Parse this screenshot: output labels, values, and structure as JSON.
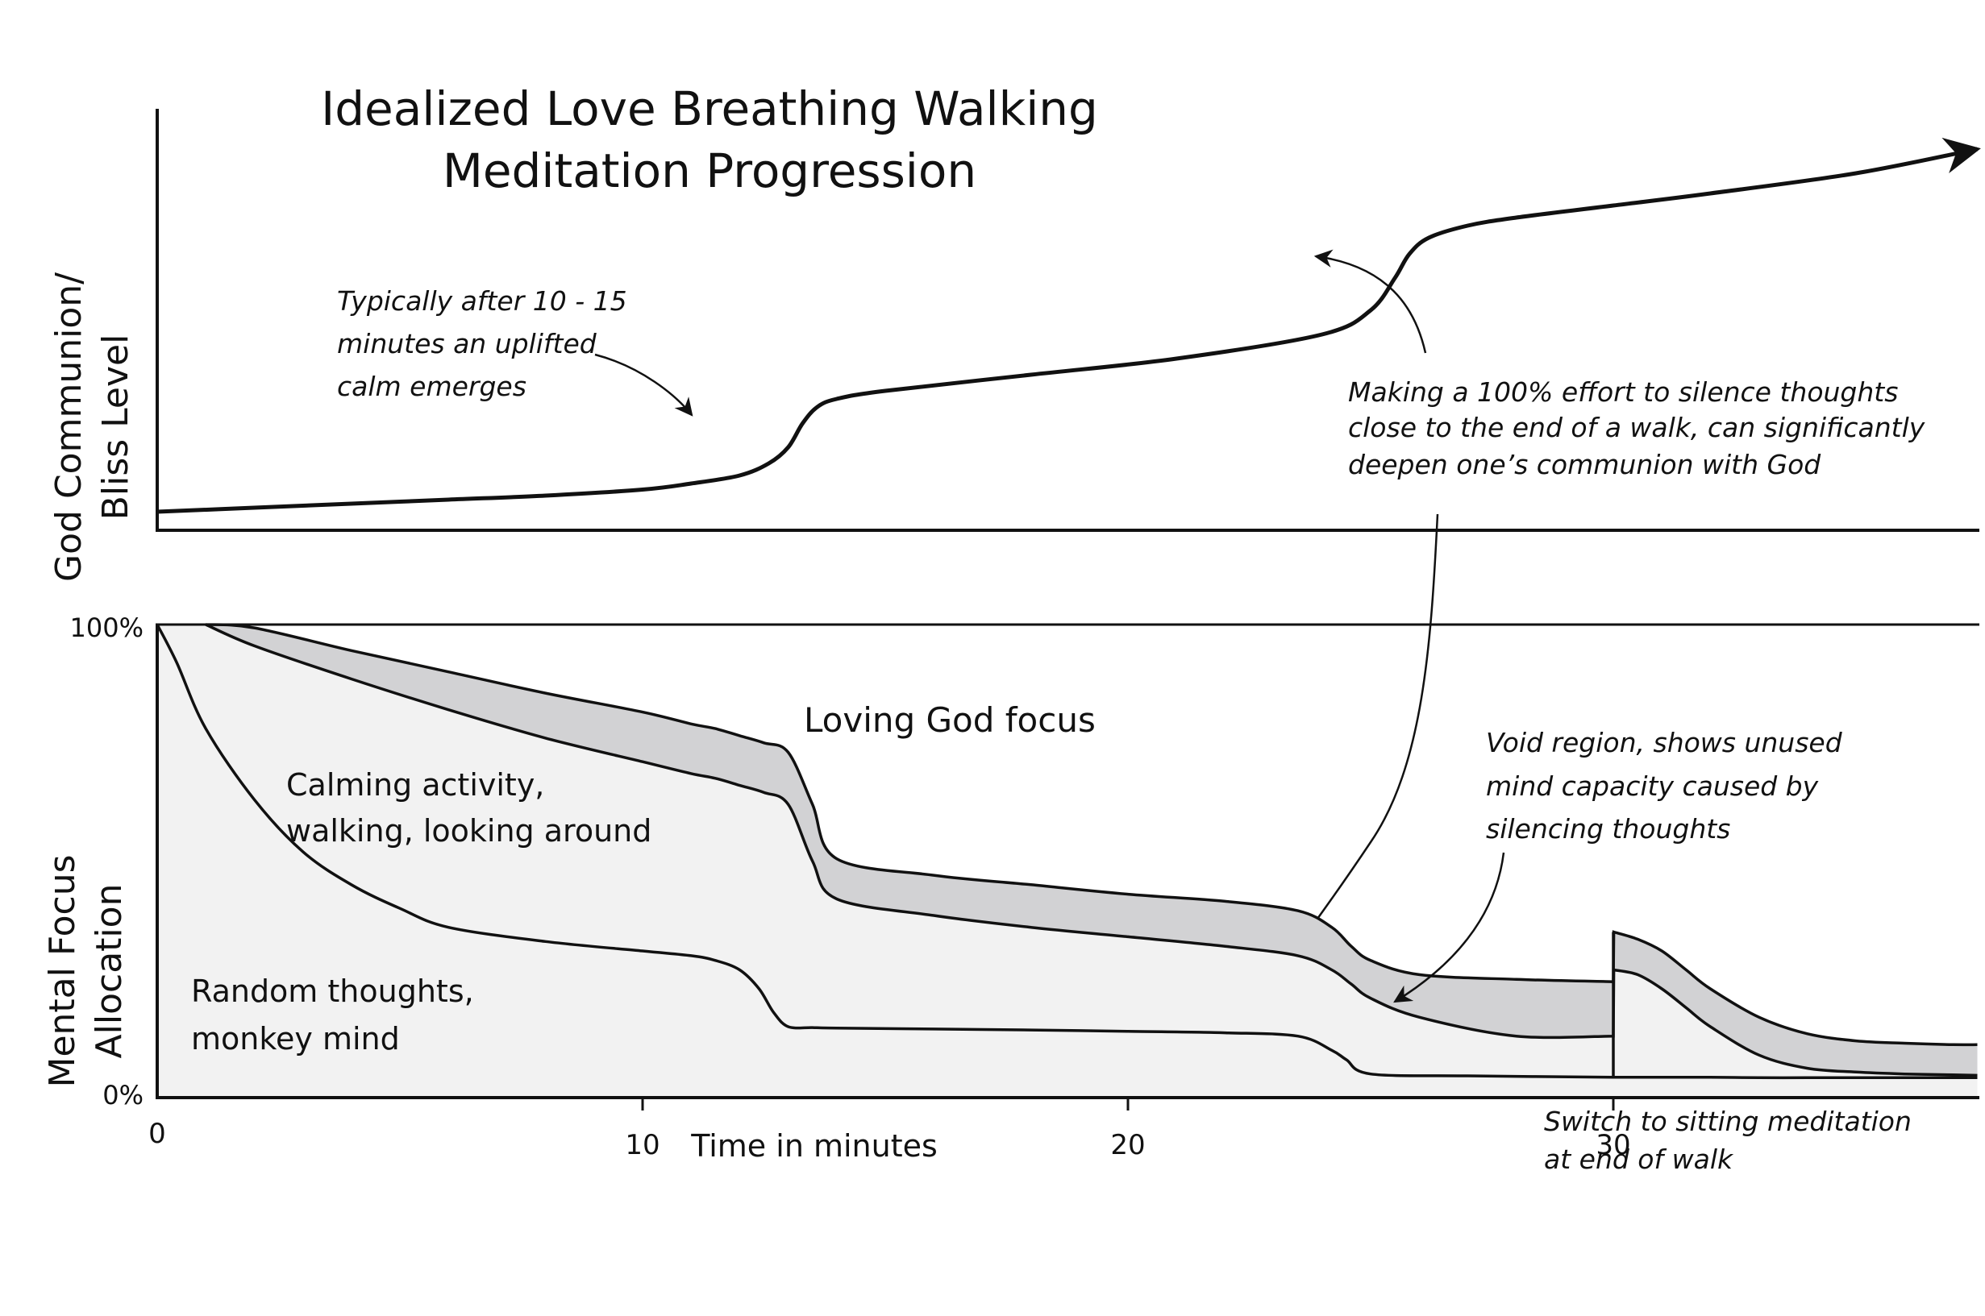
{
  "chart_data": [
    {
      "type": "line",
      "title": "Idealized Love Breathing Walking Meditation Progression",
      "ylabel": [
        "God Communion/",
        "Bliss Level"
      ],
      "xlabel": "",
      "x_units": "minutes",
      "series": [
        {
          "x": [
            0,
            2,
            4,
            6,
            8,
            10,
            11,
            12,
            12.6,
            13,
            13.3,
            13.6,
            14,
            15,
            18,
            21,
            24,
            25,
            25.5,
            25.8,
            26.2,
            27,
            28,
            30,
            32,
            35,
            37.5
          ],
          "y": [
            2,
            3,
            4,
            5,
            6,
            7.5,
            9,
            11,
            14,
            18,
            24,
            28,
            30,
            32,
            36,
            40,
            46,
            52,
            60,
            66,
            70,
            73,
            75,
            78,
            81,
            86,
            92
          ]
        }
      ],
      "annotations": [
        {
          "text": [
            "Typically after 10 - 15",
            "minutes an uplifted",
            "calm emerges"
          ],
          "arrow_to_x": 13.2
        },
        {
          "text": [
            "Making a 100% effort to silence thoughts",
            "close to the end of a walk, can significantly",
            "deepen one’s communion with God"
          ],
          "arrow_to_x": 25.8
        }
      ]
    },
    {
      "type": "area",
      "ylabel": [
        "Mental Focus",
        "Allocation"
      ],
      "xlabel": "Time in minutes",
      "ylim": [
        0,
        100
      ],
      "y_tick_labels": [
        "0%",
        "100%"
      ],
      "x_ticks": [
        0,
        10,
        20,
        30
      ],
      "regions": [
        "Random thoughts,|monkey mind",
        "Calming activity,|walking, looking around",
        "Loving God focus",
        "Void region, shows unused|mind capacity caused by|silencing thoughts"
      ],
      "series": [
        {
          "name": "",
          "x": [
            0,
            0.4,
            1,
            2,
            3,
            4,
            5,
            6,
            8,
            10,
            11,
            11.5,
            12,
            12.4,
            12.7,
            13,
            13.5,
            14,
            16,
            18,
            20,
            22,
            23.5,
            24.2,
            24.5,
            25,
            27,
            30,
            30.01,
            31,
            32,
            33,
            34,
            35,
            36,
            37,
            37.5
          ],
          "y": [
            100,
            92,
            78,
            63,
            52,
            45,
            40,
            36,
            33,
            31,
            30,
            29,
            27,
            23,
            18,
            15,
            14.8,
            14.7,
            14.5,
            14.3,
            14,
            13.7,
            13,
            10,
            8,
            5,
            4.6,
            4.3,
            4.3,
            4.3,
            4.3,
            4.2,
            4.2,
            4.2,
            4.2,
            4.2,
            4.2
          ]
        },
        {
          "name": "",
          "x": [
            1,
            2,
            4,
            6,
            8,
            10,
            11,
            11.5,
            12,
            12.5,
            13,
            13.5,
            14,
            16,
            18,
            20,
            22,
            23.5,
            24.2,
            24.6,
            25,
            26,
            28,
            30,
            30.01,
            30.5,
            31,
            31.5,
            32,
            33,
            34,
            35,
            36,
            37,
            37.5
          ],
          "y": [
            100,
            95.5,
            88.5,
            82,
            76,
            71,
            68.5,
            67.5,
            66,
            64.5,
            62,
            50,
            42,
            38.5,
            36,
            34,
            32,
            30,
            27,
            24,
            21,
            17,
            13,
            13,
            27,
            26,
            23,
            19,
            15,
            9,
            6.2,
            5.4,
            5,
            4.8,
            4.7
          ]
        },
        {
          "name": "",
          "x": [
            1,
            2,
            4,
            6,
            8,
            10,
            11,
            11.5,
            12,
            12.5,
            13,
            13.5,
            14,
            16,
            18,
            20,
            22,
            23.5,
            24.2,
            24.6,
            25,
            26,
            28,
            30,
            30.01,
            30.5,
            31,
            31.5,
            32,
            33,
            34,
            35,
            36,
            37,
            37.5
          ],
          "y": [
            100,
            99.3,
            94.5,
            90,
            85.5,
            81.5,
            79,
            78,
            76.5,
            75,
            73,
            62,
            50.5,
            47,
            45,
            43,
            41.5,
            39.5,
            36,
            32,
            29,
            26,
            25,
            24.5,
            35,
            33.5,
            31,
            27,
            23,
            17,
            13.5,
            12,
            11.5,
            11.2,
            11.2
          ]
        }
      ],
      "annotations": [
        {
          "text": [
            "Switch to sitting meditation",
            "at end of walk"
          ],
          "x": 30
        }
      ]
    }
  ]
}
